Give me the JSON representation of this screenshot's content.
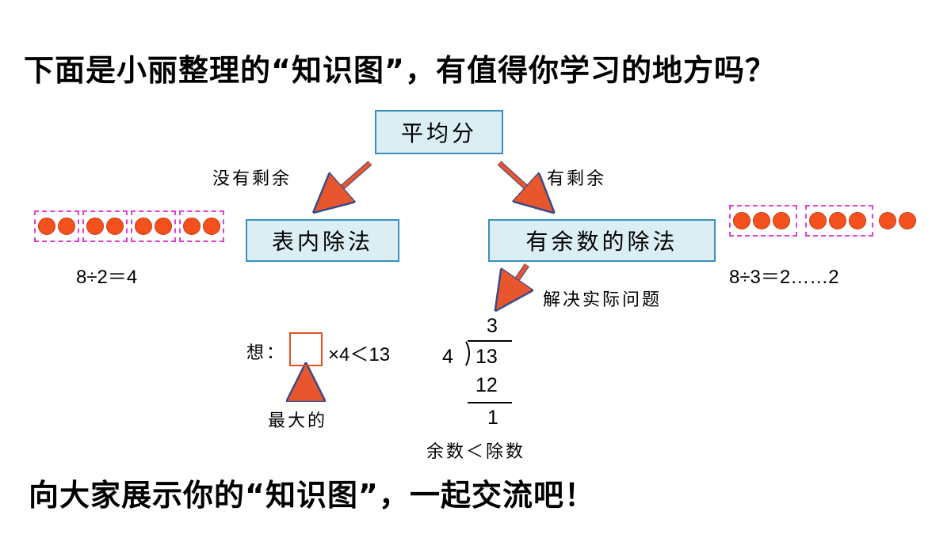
{
  "title": "下面是小丽整理的“知识图”，有值得你学习的地方吗？",
  "footer": "向大家展示你的“知识图”，一起交流吧！",
  "diagram": {
    "root": "平均分",
    "branch_left_label": "没有剩余",
    "branch_right_label": "有剩余",
    "node_left": "表内除法",
    "node_right": "有余数的除法",
    "left_equation": "8÷2＝4",
    "right_equation": "8÷3＝2……2",
    "practical_label": "解决实际问题",
    "think_label": "想：",
    "think_expr": "×4＜13",
    "largest_label": "最大的",
    "division": {
      "quotient": "3",
      "divisor": "4",
      "dividend": "13",
      "product": "12",
      "remainder": "1"
    },
    "remainder_rule": "余数＜除数"
  },
  "colors": {
    "box_fill": "#dbeef4",
    "box_border": "#3c8ec0",
    "arrow": "#e8562e",
    "dot": "#f4511e",
    "dashed": "#e040d0"
  }
}
